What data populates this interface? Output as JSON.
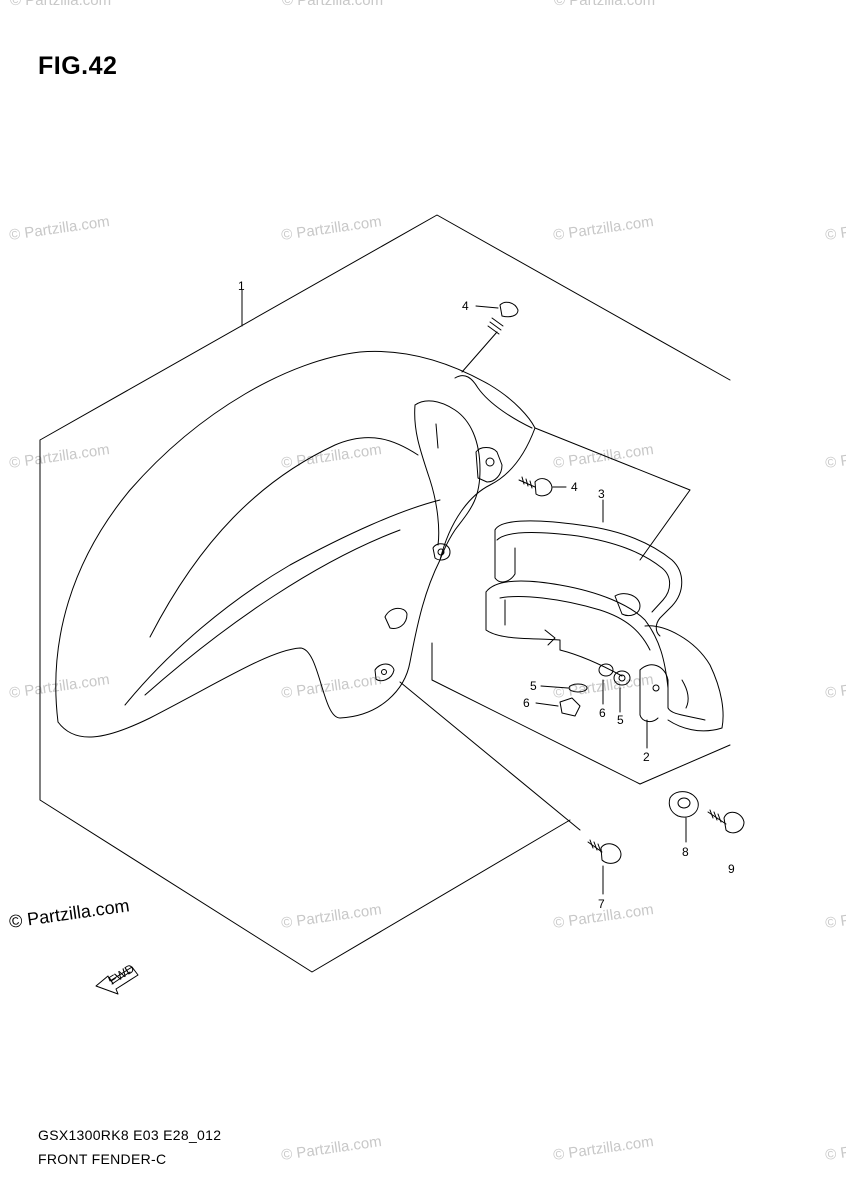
{
  "figure": {
    "title": "FIG.42",
    "drawing_code": "GSX1300RK8 E03 E28_012",
    "drawing_name": "FRONT FENDER-C"
  },
  "watermark": {
    "text": "© Partzilla.com",
    "main_text": "© Partzilla.com"
  },
  "callouts": {
    "c1": "1",
    "c2": "2",
    "c3": "3",
    "c4a": "4",
    "c4b": "4",
    "c5a": "5",
    "c5b": "5",
    "c6a": "6",
    "c6b": "6",
    "c7": "7",
    "c8": "8",
    "c9": "9"
  },
  "direction_arrow": {
    "label": "FWD"
  }
}
